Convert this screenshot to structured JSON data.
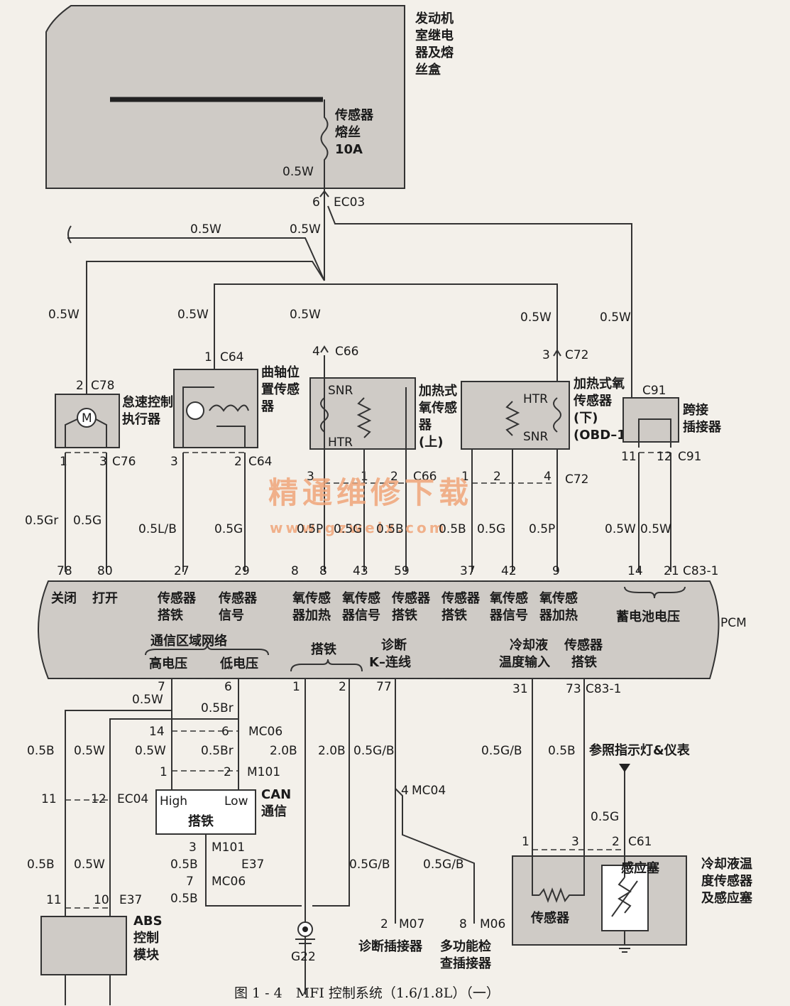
{
  "relay_box": {
    "title_l1": "发动机",
    "title_l2": "室继电",
    "title_l3": "器及熔",
    "title_l4": "丝盒"
  },
  "fuse": {
    "l1": "传感器",
    "l2": "熔丝",
    "l3": "10A"
  },
  "wires": {
    "w05W": "0.5W",
    "w05Gr": "0.5Gr",
    "w05G": "0.5G",
    "w05LB": "0.5L/B",
    "w05P": "0.5P",
    "w05B": "0.5B",
    "w05Br": "0.5Br",
    "w20B": "2.0B",
    "w05GB": "0.5G/B"
  },
  "connectors": {
    "EC03": "EC03",
    "C66": "C66",
    "C72": "C72",
    "C78": "C78",
    "C64": "C64",
    "C91": "C91",
    "C76": "C76",
    "C83_1": "C83-1",
    "MC06": "MC06",
    "M101": "M101",
    "EC04": "EC04",
    "E37": "E37",
    "MC04": "MC04",
    "M07": "M07",
    "M06": "M06",
    "C61": "C61",
    "G22": "G22"
  },
  "pins": {
    "p6": "6",
    "p4": "4",
    "p3": "3",
    "p2": "2",
    "p1": "1",
    "p11": "11",
    "p12": "12",
    "p78": "78",
    "p80": "80",
    "p27": "27",
    "p29": "29",
    "p8": "8",
    "p43": "43",
    "p59": "59",
    "p37": "37",
    "p42": "42",
    "p9": "9",
    "p14": "14",
    "p21": "21",
    "p7": "7",
    "p77": "77",
    "p31": "31",
    "p73": "73",
    "p10": "10"
  },
  "components": {
    "idle_l1": "怠速控制",
    "idle_l2": "执行器",
    "crank_l1": "曲轴位",
    "crank_l2": "置传感",
    "crank_l3": "器",
    "o2up_l1": "加热式",
    "o2up_l2": "氧传感",
    "o2up_l3": "器",
    "o2up_l4": "(上)",
    "o2dn_l1": "加热式氧",
    "o2dn_l2": "传感器",
    "o2dn_l3": "(下)",
    "o2dn_l4": "(OBD–1)",
    "jump_l1": "跨接",
    "jump_l2": "插接器",
    "snr": "SNR",
    "htr": "HTR",
    "motor": "M",
    "can_high": "High",
    "can_low": "Low",
    "can_gnd": "搭铁",
    "can_l1": "CAN",
    "can_l2": "通信",
    "abs_l1": "ABS",
    "abs_l2": "控制",
    "abs_l3": "模块",
    "diag": "诊断插接器",
    "multi_l1": "多功能检",
    "multi_l2": "查插接器",
    "ref": "参照指示灯&仪表",
    "coolant_l1": "冷却液温",
    "coolant_l2": "度传感器",
    "coolant_l3": "及感应塞",
    "sensor": "传感器",
    "sender": "感应塞"
  },
  "pcm": {
    "name": "PCM",
    "close": "关闭",
    "open": "打开",
    "sg_l1": "传感器",
    "sg_l2": "搭铁",
    "ss_l1": "传感器",
    "ss_l2": "信号",
    "o2h_l1": "氧传感",
    "o2h_l2": "器加热",
    "o2s_l1": "氧传感",
    "o2s_l2": "器信号",
    "sg2_l1": "传感器",
    "sg2_l2": "搭铁",
    "sg3_l1": "传感器",
    "sg3_l2": "搭铁",
    "o2s2_l1": "氧传感",
    "o2s2_l2": "器信号",
    "o2h2_l1": "氧传感",
    "o2h2_l2": "器加热",
    "batt": "蓄电池电压",
    "can": "通信区域网络",
    "high_v": "高电压",
    "low_v": "低电压",
    "gnd": "搭铁",
    "diag_l1": "诊断",
    "diag_l2": "K–连线",
    "coolant_l1": "冷却液",
    "coolant_l2": "温度输入",
    "sg4_l1": "传感器",
    "sg4_l2": "搭铁"
  },
  "watermark": {
    "main": "精通维修下载",
    "url": "www.gzweix.com"
  },
  "caption": "图 1 - 4　MFI 控制系统（1.6/1.8L）（一）"
}
